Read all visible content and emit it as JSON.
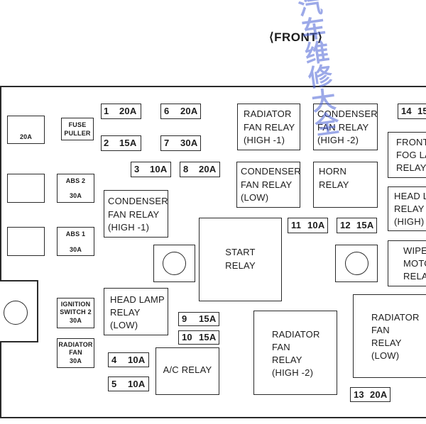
{
  "header": {
    "front_label": "FRONT"
  },
  "watermark": {
    "text": "汽车维修大全"
  },
  "fuses": {
    "f1": {
      "num": "1",
      "amp": "20A"
    },
    "f2": {
      "num": "2",
      "amp": "15A"
    },
    "f3": {
      "num": "3",
      "amp": "10A"
    },
    "f4": {
      "num": "4",
      "amp": "10A"
    },
    "f5": {
      "num": "5",
      "amp": "10A"
    },
    "f6": {
      "num": "6",
      "amp": "20A"
    },
    "f7": {
      "num": "7",
      "amp": "30A"
    },
    "f8": {
      "num": "8",
      "amp": "20A"
    },
    "f9": {
      "num": "9",
      "amp": "15A"
    },
    "f10": {
      "num": "10",
      "amp": "15A"
    },
    "f11": {
      "num": "11",
      "amp": "10A"
    },
    "f12": {
      "num": "12",
      "amp": "15A"
    },
    "f13": {
      "num": "13",
      "amp": "20A"
    },
    "f14": {
      "num": "14",
      "amp": "15"
    }
  },
  "small_labels": {
    "left_top_amp": "20A",
    "fuse_puller_1": "FUSE",
    "fuse_puller_2": "PULLER",
    "abs2_name": "ABS 2",
    "abs2_amp": "30A",
    "abs1_name": "ABS 1",
    "abs1_amp": "30A",
    "ign_1": "IGNITION",
    "ign_2": "SWITCH 2",
    "ign_amp": "30A",
    "rad_1": "RADIATOR",
    "rad_2": "FAN",
    "rad_amp": "30A"
  },
  "relays": {
    "rad_fan_high1": [
      "RADIATOR",
      "FAN RELAY",
      "(HIGH -1)"
    ],
    "cond_fan_high2": [
      "CONDENSER",
      "FAN RELAY",
      "(HIGH -2)"
    ],
    "front_fog": [
      "FRONT",
      "FOG LA",
      "RELAY"
    ],
    "cond_fan_low": [
      "CONDENSER",
      "FAN RELAY",
      "(LOW)"
    ],
    "horn": [
      "HORN",
      "RELAY"
    ],
    "head_lamp_high": [
      "HEAD L",
      "RELAY",
      "(HIGH)"
    ],
    "cond_fan_high1": [
      "CONDENSER",
      "FAN RELAY",
      "(HIGH -1)"
    ],
    "start": [
      "START",
      "RELAY"
    ],
    "wiper": [
      "WIPE",
      "MOTO",
      "RELA"
    ],
    "head_lamp_low": [
      "HEAD LAMP",
      "RELAY",
      "(LOW)"
    ],
    "rad_fan_low": [
      "RADIATOR",
      "FAN",
      "RELAY",
      "(LOW)"
    ],
    "ac": [
      "A/C RELAY"
    ],
    "rad_fan_high2": [
      "RADIATOR",
      "FAN",
      "RELAY",
      "(HIGH -2)"
    ]
  }
}
